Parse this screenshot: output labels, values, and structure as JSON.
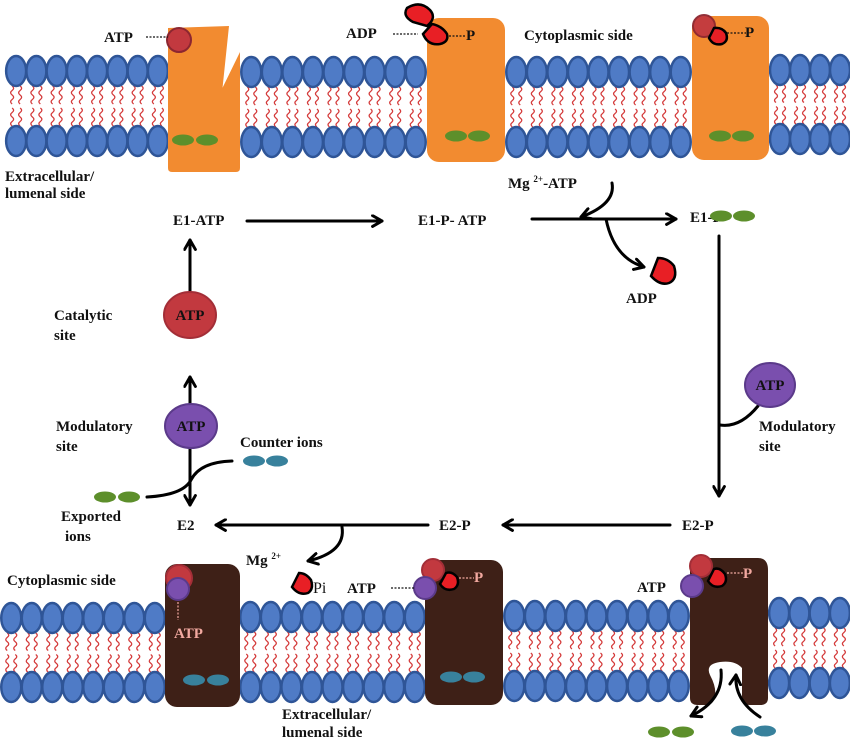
{
  "figure": {
    "title": "P-type ATPase reaction cycle with membrane topology",
    "colors": {
      "lipid_head": "#4f7bc6",
      "lipid_head_border": "#2f5597",
      "lipid_tail": "#d43a3a",
      "pump_E1": "#f28b30",
      "pump_E2": "#3e2017",
      "atp_catalytic": "#c2393f",
      "atp_modulatory": "#7a4fae",
      "adp_phosphate": "#e81f25",
      "exported_ion": "#5d8f2b",
      "counter_ion": "#38819c"
    }
  },
  "top_panel": {
    "atp_label": "ATP",
    "adp_label": "ADP",
    "p_label_mid": "P",
    "p_label_right": "P",
    "cytoplasmic_label": "Cytoplasmic side",
    "extracellular_label_line1": "Extracellular/",
    "extracellular_label_line2": "lumenal side"
  },
  "cycle": {
    "states": {
      "e1_atp": "E1-ATP",
      "e1_p_atp": "E1-P- ATP",
      "e1_p": "E1-P",
      "e2_p_right": "E2-P",
      "e2_p_mid": "E2-P",
      "e2": "E2"
    },
    "mg_atp_label_main": "Mg ",
    "mg_atp_label_sup": "2+",
    "mg_atp_label_tail": "-ATP",
    "adp_released_label": "ADP",
    "catalytic_site": {
      "atp_label": "ATP",
      "label_line1": "Catalytic",
      "label_line2": "site"
    },
    "modulatory_site_left": {
      "atp_label": "ATP",
      "label_line1": "Modulatory",
      "label_line2": "site"
    },
    "modulatory_site_right": {
      "atp_label": "ATP",
      "label_line1": "Modulatory",
      "label_line2": "site"
    },
    "counter_ions_label": "Counter ions",
    "exported_ions_line1": "Exported",
    "exported_ions_line2": "ions",
    "mg_release_main": "Mg ",
    "mg_release_sup": "2+",
    "pi_label": "Pi"
  },
  "bottom_panel": {
    "cytoplasmic_label": "Cytoplasmic side",
    "atp_inside_label": "ATP",
    "atp_label_mid": "ATP",
    "p_label_mid": "P",
    "atp_label_right": "ATP",
    "p_label_right": "P",
    "extracellular_label_line1": "Extracellular/",
    "extracellular_label_line2": "lumenal side"
  }
}
